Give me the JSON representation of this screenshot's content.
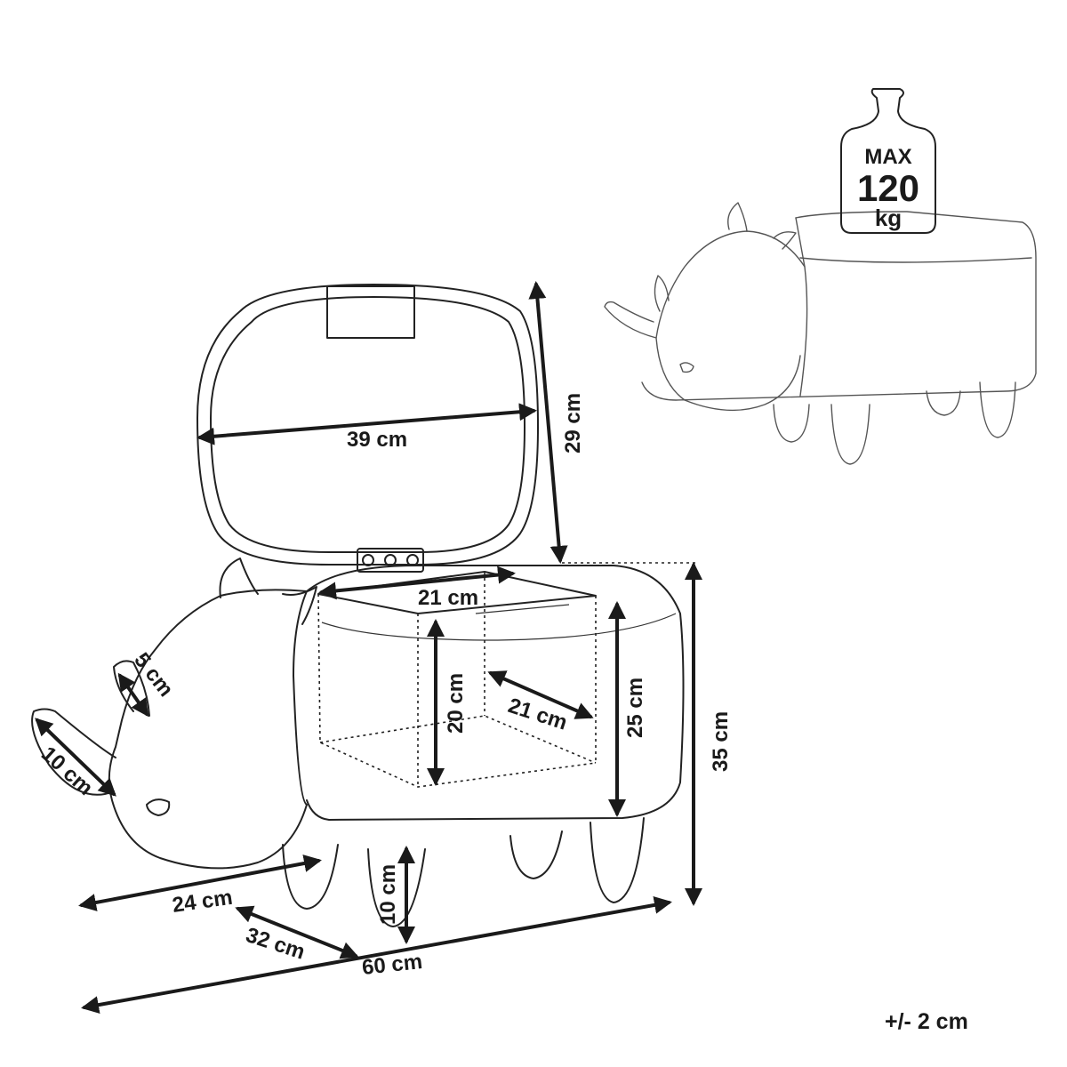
{
  "labels": {
    "lid_width": "39 cm",
    "lid_height": "29 cm",
    "compartment_width": "21 cm",
    "compartment_depth": "21 cm",
    "compartment_height": "20 cm",
    "seat_height": "25 cm",
    "total_height": "35 cm",
    "horn_small": "5 cm",
    "horn_large": "10 cm",
    "leg_height": "10 cm",
    "width_24": "24 cm",
    "depth_32": "32 cm",
    "length_60": "60 cm"
  },
  "weight": {
    "line1": "MAX",
    "line2": "120",
    "line3": "kg"
  },
  "tolerance": "+/- 2 cm"
}
